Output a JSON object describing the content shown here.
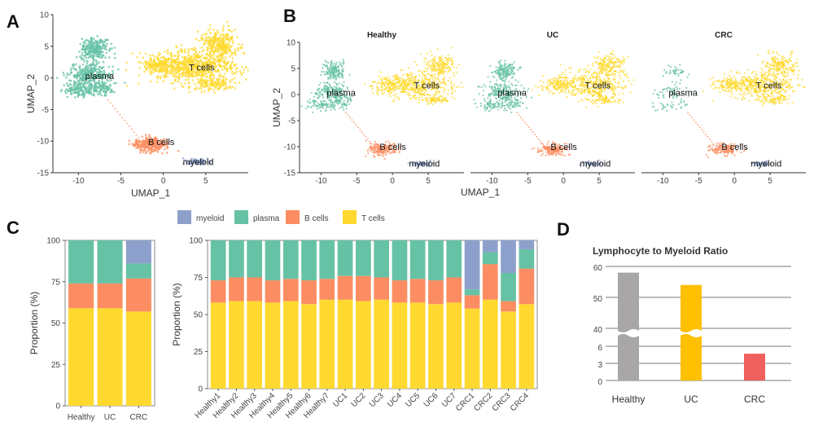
{
  "colors": {
    "myeloid": "#8da0cb",
    "plasma": "#66c2a5",
    "b_cells": "#fc8d62",
    "t_cells": "#ffd92f",
    "bar_gray": "#a8a6a6",
    "bar_uc": "#ffc000",
    "bar_crc": "#f0605d"
  },
  "panels": {
    "a": "A",
    "b": "B",
    "c": "C",
    "d": "D"
  },
  "chart_data": [
    {
      "id": "umap-a",
      "type": "scatter",
      "xlabel": "UMAP_1",
      "ylabel": "UMAP_2",
      "xlim": [
        -13,
        10
      ],
      "ylim": [
        -15,
        10
      ],
      "xticks": [
        -10,
        -5,
        0,
        5
      ],
      "yticks": [
        -15,
        -10,
        -5,
        0,
        5,
        10
      ],
      "clusters": [
        {
          "name": "plasma",
          "label": "plasma",
          "color": "#66c2a5",
          "center": [
            -8.8,
            1.0
          ],
          "label_at": [
            -9.2,
            -0.2
          ],
          "blobs": [
            [
              -8.2,
              4.5,
              1.6,
              1.8,
              260
            ],
            [
              -8.6,
              0.5,
              2.6,
              1.8,
              300
            ],
            [
              -10.0,
              -2.0,
              1.8,
              1.0,
              120
            ],
            [
              -7.2,
              -1.6,
              1.6,
              1.2,
              100
            ]
          ]
        },
        {
          "name": "T cells",
          "label": "T cells",
          "color": "#ffd92f",
          "center": [
            4,
            2
          ],
          "label_at": [
            3.0,
            1.2
          ],
          "blobs": [
            [
              3.5,
              1.8,
              5.5,
              2.5,
              700
            ],
            [
              6.5,
              5.5,
              2.2,
              2.2,
              300
            ],
            [
              -0.5,
              2.0,
              2.0,
              1.3,
              150
            ],
            [
              5.8,
              -1.0,
              2.0,
              1.0,
              120
            ]
          ]
        },
        {
          "name": "B cells",
          "label": "B cells",
          "color": "#fc8d62",
          "center": [
            -1.5,
            -10.5
          ],
          "label_at": [
            -1.8,
            -10.6
          ],
          "blobs": [
            [
              -1.5,
              -10.5,
              2.0,
              1.1,
              300
            ]
          ]
        },
        {
          "name": "myeloid",
          "label": "myeloid",
          "color": "#8da0cb",
          "center": [
            4.0,
            -13.3
          ],
          "label_at": [
            2.3,
            -13.8
          ],
          "blobs": [
            [
              4.0,
              -13.3,
              1.3,
              0.5,
              90
            ]
          ]
        }
      ]
    },
    {
      "id": "umap-b",
      "type": "scatter",
      "xlabel": "UMAP_1",
      "ylabel": "UMAP_2",
      "xlim": [
        -13,
        10
      ],
      "ylim": [
        -15,
        10
      ],
      "xticks": [
        -10,
        -5,
        0,
        5
      ],
      "yticks": [
        -15,
        -10,
        -5,
        0,
        5,
        10
      ],
      "facets": [
        {
          "title": "Healthy",
          "density": [
            1,
            1,
            1,
            1
          ]
        },
        {
          "title": "UC",
          "density": [
            1,
            1,
            1,
            1
          ]
        },
        {
          "title": "CRC",
          "density": [
            0.25,
            1,
            0.8,
            1
          ]
        }
      ],
      "labels": [
        "plasma",
        "T cells",
        "B cells",
        "myeloid"
      ]
    },
    {
      "id": "stack-condition",
      "type": "bar",
      "stacked": true,
      "ylabel": "Proportion (%)",
      "ylim": [
        0,
        100
      ],
      "yticks": [
        0,
        25,
        50,
        75,
        100
      ],
      "categories": [
        "Healthy",
        "UC",
        "CRC"
      ],
      "series": [
        {
          "name": "T cells",
          "values": [
            59,
            59,
            57
          ]
        },
        {
          "name": "B cells",
          "values": [
            15,
            15,
            20
          ]
        },
        {
          "name": "plasma",
          "values": [
            26,
            26,
            9
          ]
        },
        {
          "name": "myeloid",
          "values": [
            0,
            0,
            14
          ]
        }
      ]
    },
    {
      "id": "stack-sample",
      "type": "bar",
      "stacked": true,
      "ylabel": "Proportion (%)",
      "ylim": [
        0,
        100
      ],
      "yticks": [
        0,
        25,
        50,
        75,
        100
      ],
      "categories": [
        "Healthy1",
        "Healthy2",
        "Healthy3",
        "Healthy4",
        "Healthy5",
        "Healthy6",
        "Healthy7",
        "UC1",
        "UC2",
        "UC3",
        "UC4",
        "UC5",
        "UC6",
        "UC7",
        "CRC1",
        "CRC2",
        "CRC3",
        "CRC4"
      ],
      "series": [
        {
          "name": "T cells",
          "values": [
            58,
            59,
            59,
            58,
            59,
            57,
            60,
            60,
            59,
            60,
            58,
            58,
            57,
            58,
            54,
            60,
            52,
            57
          ]
        },
        {
          "name": "B cells",
          "values": [
            15,
            16,
            16,
            15,
            15,
            16,
            14,
            16,
            17,
            15,
            15,
            16,
            16,
            17,
            9,
            24,
            7,
            24
          ]
        },
        {
          "name": "plasma",
          "values": [
            27,
            25,
            25,
            27,
            26,
            27,
            26,
            24,
            24,
            25,
            27,
            26,
            27,
            25,
            4,
            8,
            19,
            13
          ]
        },
        {
          "name": "myeloid",
          "values": [
            0,
            0,
            0,
            0,
            0,
            0,
            0,
            0,
            0,
            0,
            0,
            0,
            0,
            0,
            33,
            8,
            22,
            6
          ]
        }
      ],
      "legend": {
        "position": "top",
        "entries": [
          "myeloid",
          "plasma",
          "B cells",
          "T cells"
        ]
      }
    },
    {
      "id": "ratio",
      "type": "bar",
      "title": "Lymphocyte to Myeloid Ratio",
      "categories": [
        "Healthy",
        "UC",
        "CRC"
      ],
      "values": [
        58,
        54,
        4.7
      ],
      "ytick_labels": [
        "60",
        "50",
        "40",
        "6",
        "3",
        "0"
      ],
      "axis_break": {
        "lower": [
          0,
          7
        ],
        "upper": [
          40,
          60
        ]
      }
    }
  ]
}
